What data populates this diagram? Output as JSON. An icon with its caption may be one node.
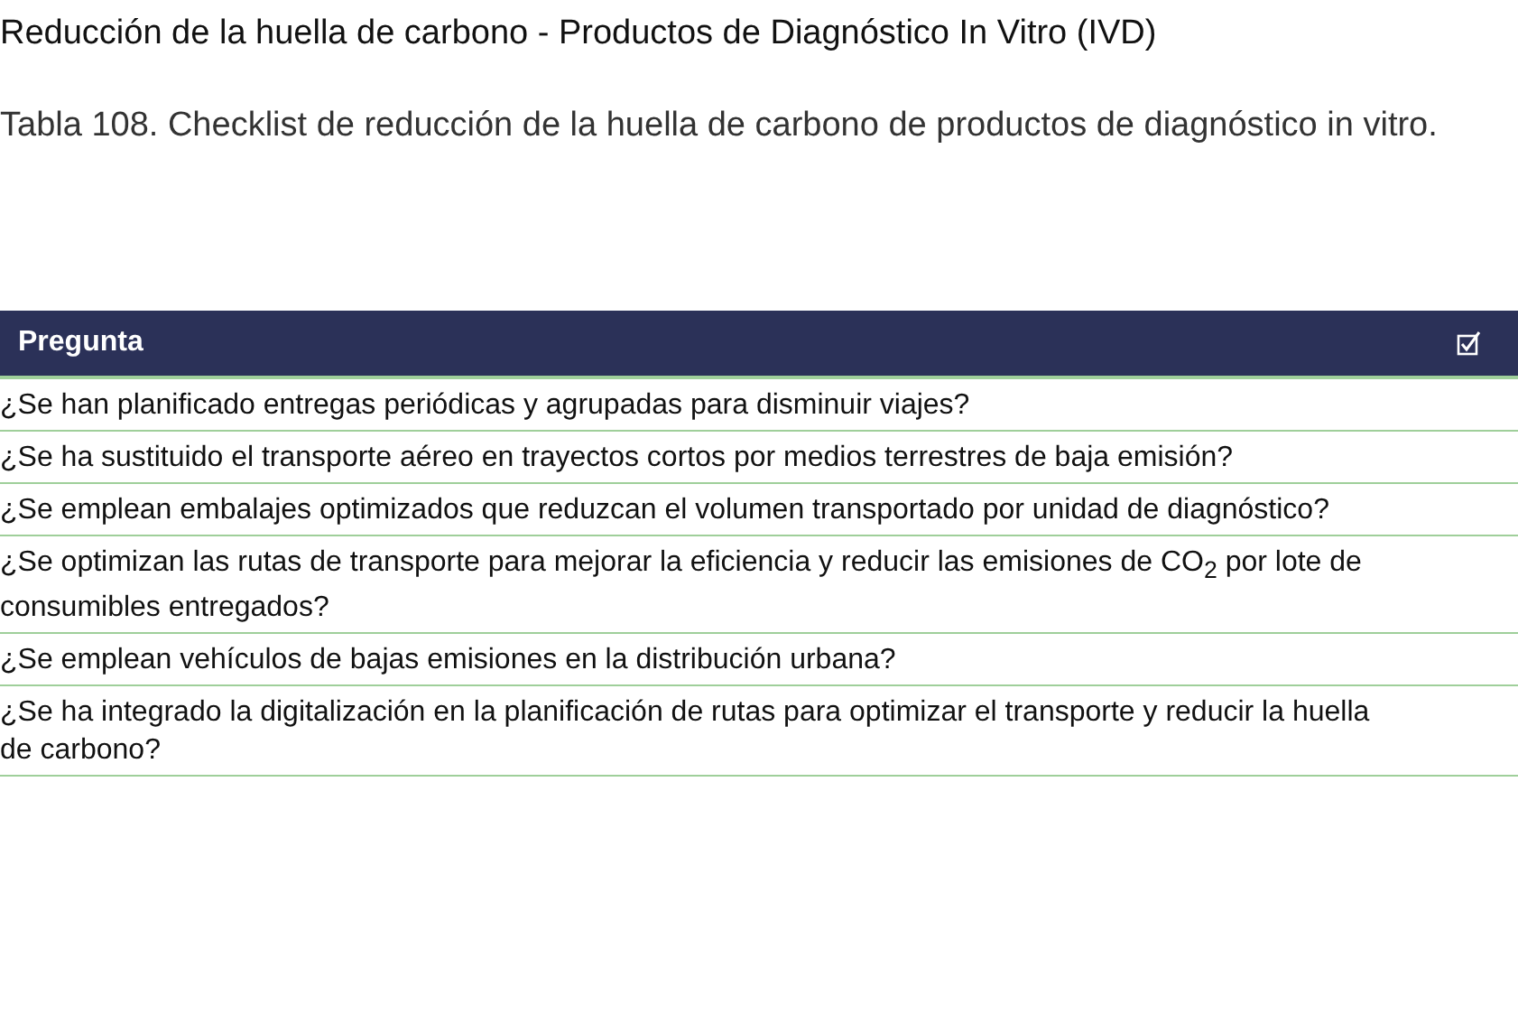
{
  "diagram": {
    "title": "Reducción de la huella de carbono - Productos de Diagnóstico In Vitro (IVD)",
    "caption": "Tabla 108. Checklist de reducción de la huella de carbono de productos de diagnóstico in vitro.",
    "labels": [
      "Pregunta",
      "¿Se han planificado entregas periódicas y agrupadas para disminuir viajes?",
      "¿Se ha sustituido el transporte aéreo en trayectos cortos por medios terrestres de baja emisión?",
      "¿Se emplean embalajes optimizados que reduzcan el volumen transportado por unidad de diagnóstico?",
      "¿Se optimizan las rutas de transporte para mejorar la eficiencia y reducir las emisiones de CO$_{2}$ por lote de consumibles entregados?",
      "¿Se emplean vehículos de bajas emisiones en la distribución urbana?",
      "¿Se ha integrado la digitalización en la planificación de rutas para optimizar el transporte y reducir la huella de carbono?"
    ]
  }
}
